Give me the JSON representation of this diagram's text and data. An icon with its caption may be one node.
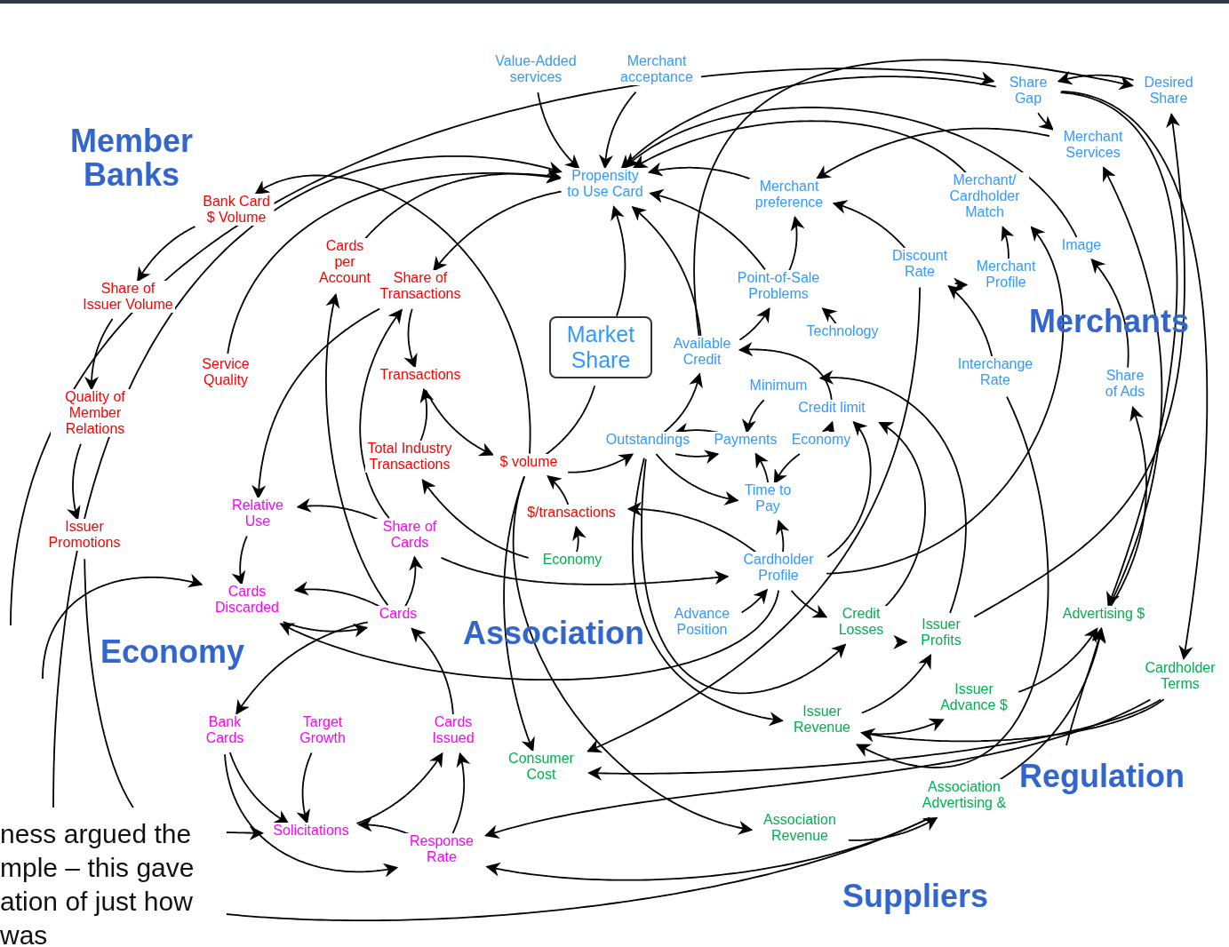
{
  "diagram": {
    "nodes": [
      {
        "text": [
          "Value-Added services"
        ]
      },
      {
        "text": [
          "Merchant acceptance"
        ]
      },
      {
        "text": [
          "Share Gap"
        ]
      },
      {
        "text": [
          "Desired Share"
        ]
      },
      {
        "text": [
          "Propensity to Use Card"
        ]
      },
      {
        "text": [
          "Merchant Services"
        ]
      },
      {
        "text": [
          "Bank Card $ Volume"
        ]
      },
      {
        "text": [
          "Merchant preference"
        ]
      },
      {
        "text": [
          "Merchant/ Cardholder Match"
        ]
      },
      {
        "text": [
          "Image"
        ]
      },
      {
        "text": [
          "Cards per Account"
        ]
      },
      {
        "text": [
          "Share of Transactions"
        ]
      },
      {
        "text": [
          "Discount Rate"
        ]
      },
      {
        "text": [
          "Merchant Profile"
        ]
      },
      {
        "text": [
          "Point-of-Sale Problems"
        ]
      },
      {
        "text": [
          "Share of Issuer Volume"
        ]
      },
      {
        "text": [
          "Market Share"
        ]
      },
      {
        "text": [
          "Available Credit"
        ]
      },
      {
        "text": [
          "Technology"
        ]
      },
      {
        "text": [
          "Service Quality"
        ]
      },
      {
        "text": [
          "Transactions"
        ]
      },
      {
        "text": [
          "Interchange Rate"
        ]
      },
      {
        "text": [
          "Share of Ads"
        ]
      },
      {
        "text": [
          "Minimum"
        ]
      },
      {
        "text": [
          "Quality of Member Relations"
        ]
      },
      {
        "text": [
          "Credit limit"
        ]
      },
      {
        "text": [
          "Total Industry Transactions"
        ]
      },
      {
        "text": [
          "Outstandings"
        ]
      },
      {
        "text": [
          "Payments"
        ]
      },
      {
        "text": [
          "Economy"
        ]
      },
      {
        "text": [
          "$ volume"
        ]
      },
      {
        "text": [
          "Time to Pay"
        ]
      },
      {
        "text": [
          "Relative Use"
        ]
      },
      {
        "text": [
          "$/transactions"
        ]
      },
      {
        "text": [
          "Issuer Promotions"
        ]
      },
      {
        "text": [
          "Share of Cards"
        ]
      },
      {
        "text": [
          "Economy"
        ]
      },
      {
        "text": [
          "Cardholder Profile"
        ]
      },
      {
        "text": [
          "Cards Discarded"
        ]
      },
      {
        "text": [
          "Cards"
        ]
      },
      {
        "text": [
          "Advance Position"
        ]
      },
      {
        "text": [
          "Credit Losses"
        ]
      },
      {
        "text": [
          "Issuer Profits"
        ]
      },
      {
        "text": [
          "Advertising $"
        ]
      },
      {
        "text": [
          "Cardholder Terms"
        ]
      },
      {
        "text": [
          "Issuer Advance $"
        ]
      },
      {
        "text": [
          "Bank Cards"
        ]
      },
      {
        "text": [
          "Target Growth"
        ]
      },
      {
        "text": [
          "Cards Issued"
        ]
      },
      {
        "text": [
          "Issuer Revenue"
        ]
      },
      {
        "text": [
          "Consumer Cost"
        ]
      },
      {
        "text": [
          "Association Advertising &"
        ]
      },
      {
        "text": [
          "Solicitations"
        ]
      },
      {
        "text": [
          "Response Rate"
        ]
      },
      {
        "text": [
          "Association Revenue"
        ]
      }
    ],
    "edges": [
      {
        "from": 0,
        "to": 4,
        "arrow": "to"
      },
      {
        "from": 1,
        "to": 4,
        "arrow": "to"
      },
      {
        "from": 2,
        "to": 5,
        "arrow": "to"
      },
      {
        "from": 3,
        "to": 2,
        "arrow": "to"
      },
      {
        "from": null,
        "to": 2,
        "arrow": "to"
      },
      {
        "from": 17,
        "to": 3,
        "arrow": "to"
      },
      {
        "from": 2,
        "to": 4,
        "arrow": "to"
      },
      {
        "from": 8,
        "to": 4,
        "arrow": "to"
      },
      {
        "from": 9,
        "to": 4,
        "arrow": "to"
      },
      {
        "from": 7,
        "to": 4,
        "arrow": "to"
      },
      {
        "from": 14,
        "to": 4,
        "arrow": "to"
      },
      {
        "from": 17,
        "to": 4,
        "arrow": "to"
      },
      {
        "from": 16,
        "to": 4,
        "arrow": "to"
      },
      {
        "from": 19,
        "to": 4,
        "arrow": "to"
      },
      {
        "from": 10,
        "to": 4,
        "arrow": "to"
      },
      {
        "from": null,
        "to": 4,
        "arrow": "to"
      },
      {
        "from": 5,
        "to": 7,
        "arrow": "to"
      },
      {
        "from": 12,
        "to": 7,
        "arrow": "to"
      },
      {
        "from": 14,
        "to": 7,
        "arrow": "to"
      },
      {
        "from": 12,
        "to": 13,
        "arrow": "to"
      },
      {
        "from": 13,
        "to": 8,
        "arrow": "to"
      },
      {
        "from": 21,
        "to": 12,
        "arrow": "to"
      },
      {
        "from": 18,
        "to": 14,
        "arrow": "to"
      },
      {
        "from": 17,
        "to": 14,
        "arrow": "to"
      },
      {
        "from": 22,
        "to": 9,
        "arrow": "to"
      },
      {
        "from": 43,
        "to": 5,
        "arrow": "to"
      },
      {
        "from": 2,
        "to": 43,
        "arrow": "to"
      },
      {
        "from": 2,
        "to": 44,
        "arrow": "to"
      },
      {
        "from": 42,
        "to": 3,
        "arrow": "to"
      },
      {
        "from": 43,
        "to": 22,
        "arrow": "to"
      },
      {
        "from": 30,
        "to": 6,
        "arrow": "to"
      },
      {
        "from": 6,
        "to": 15,
        "arrow": "to"
      },
      {
        "from": 15,
        "to": 24,
        "arrow": "to"
      },
      {
        "from": 24,
        "to": 34,
        "arrow": "to"
      },
      {
        "from": 34,
        "to": null,
        "arrow": "none"
      },
      {
        "from": 4,
        "to": 11,
        "arrow": "to"
      },
      {
        "from": 11,
        "to": 20,
        "arrow": "to"
      },
      {
        "from": 20,
        "to": 30,
        "arrow": "to"
      },
      {
        "from": 26,
        "to": 20,
        "arrow": "to"
      },
      {
        "from": 11,
        "to": 32,
        "arrow": "to"
      },
      {
        "from": 35,
        "to": 11,
        "arrow": "to"
      },
      {
        "from": 39,
        "to": 10,
        "arrow": "to"
      },
      {
        "from": 35,
        "to": 32,
        "arrow": "to"
      },
      {
        "from": 32,
        "to": 38,
        "arrow": "to"
      },
      {
        "from": 39,
        "to": 38,
        "arrow": "to"
      },
      {
        "from": 38,
        "to": 39,
        "arrow": "to"
      },
      {
        "from": 39,
        "to": 35,
        "arrow": "to"
      },
      {
        "from": 39,
        "to": 46,
        "arrow": "to"
      },
      {
        "from": 48,
        "to": 39,
        "arrow": "to"
      },
      {
        "from": null,
        "to": 38,
        "arrow": "to"
      },
      {
        "from": 46,
        "to": 52,
        "arrow": "to"
      },
      {
        "from": 46,
        "to": 53,
        "arrow": "to"
      },
      {
        "from": 47,
        "to": 52,
        "arrow": "to"
      },
      {
        "from": null,
        "to": 52,
        "arrow": "to"
      },
      {
        "from": 52,
        "to": 48,
        "arrow": "to"
      },
      {
        "from": 53,
        "to": 48,
        "arrow": "to"
      },
      {
        "from": 53,
        "to": 52,
        "arrow": "to"
      },
      {
        "from": 44,
        "to": 53,
        "arrow": "to"
      },
      {
        "from": 51,
        "to": 53,
        "arrow": "to"
      },
      {
        "from": 36,
        "to": 26,
        "arrow": "to"
      },
      {
        "from": 36,
        "to": 33,
        "arrow": "to"
      },
      {
        "from": 33,
        "to": 30,
        "arrow": "to"
      },
      {
        "from": 30,
        "to": 16,
        "arrow": "none"
      },
      {
        "from": 37,
        "to": 33,
        "arrow": "to"
      },
      {
        "from": 35,
        "to": 37,
        "arrow": "to"
      },
      {
        "from": 40,
        "to": 37,
        "arrow": "to"
      },
      {
        "from": 37,
        "to": 31,
        "arrow": "to"
      },
      {
        "from": 37,
        "to": 41,
        "arrow": "to"
      },
      {
        "from": 37,
        "to": 25,
        "arrow": "to"
      },
      {
        "from": 37,
        "to": 38,
        "arrow": "to"
      },
      {
        "from": 37,
        "to": 8,
        "arrow": "to"
      },
      {
        "from": 29,
        "to": 25,
        "arrow": "to"
      },
      {
        "from": 29,
        "to": 31,
        "arrow": "to"
      },
      {
        "from": 31,
        "to": 28,
        "arrow": "to"
      },
      {
        "from": 23,
        "to": 28,
        "arrow": "to"
      },
      {
        "from": 25,
        "to": 17,
        "arrow": "to"
      },
      {
        "from": 41,
        "to": 25,
        "arrow": "to"
      },
      {
        "from": 42,
        "to": 23,
        "arrow": "to"
      },
      {
        "from": 27,
        "to": 17,
        "arrow": "to"
      },
      {
        "from": 28,
        "to": 27,
        "arrow": "to"
      },
      {
        "from": 27,
        "to": 28,
        "arrow": "to"
      },
      {
        "from": 27,
        "to": 31,
        "arrow": "to"
      },
      {
        "from": 30,
        "to": 27,
        "arrow": "to"
      },
      {
        "from": 27,
        "to": 49,
        "arrow": "to"
      },
      {
        "from": 27,
        "to": 41,
        "arrow": "to"
      },
      {
        "from": 41,
        "to": 42,
        "arrow": "to"
      },
      {
        "from": 49,
        "to": 42,
        "arrow": "to"
      },
      {
        "from": 21,
        "to": 49,
        "arrow": "to"
      },
      {
        "from": 49,
        "to": 45,
        "arrow": "to"
      },
      {
        "from": 44,
        "to": 49,
        "arrow": "to"
      },
      {
        "from": 45,
        "to": 43,
        "arrow": "to"
      },
      {
        "from": 51,
        "to": 43,
        "arrow": "to"
      },
      {
        "from": null,
        "to": 43,
        "arrow": "to"
      },
      {
        "from": 54,
        "to": 51,
        "arrow": "to"
      },
      {
        "from": 30,
        "to": 54,
        "arrow": "to"
      },
      {
        "from": 30,
        "to": 50,
        "arrow": "to"
      },
      {
        "from": 12,
        "to": 50,
        "arrow": "to"
      },
      {
        "from": 44,
        "to": 50,
        "arrow": "to"
      },
      {
        "from": 51,
        "to": null,
        "arrow": "none"
      }
    ],
    "labels": [
      "Member Banks",
      "Merchants",
      "Economy",
      "Association",
      "Regulation",
      "Suppliers",
      "ness argued the mple – this gave ation of just how was"
    ]
  }
}
